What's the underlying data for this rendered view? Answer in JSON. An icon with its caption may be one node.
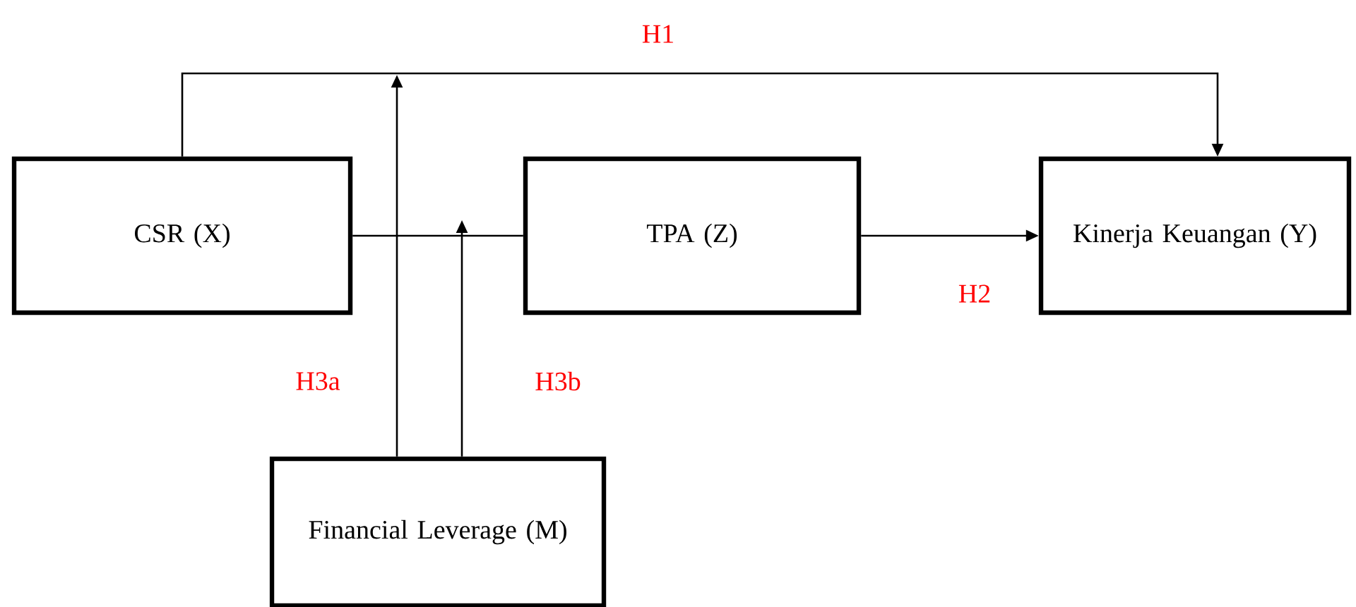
{
  "diagram": {
    "nodes": [
      {
        "text": [
          "CSR (X)"
        ]
      },
      {
        "text": [
          "TPA (Z)"
        ]
      },
      {
        "text": [
          "Kinerja Keuangan (Y)"
        ]
      },
      {
        "text": [
          "Financial Leverage (M)"
        ]
      }
    ],
    "edges": [
      {
        "from": 0,
        "to": 2,
        "arrow": "to",
        "label": "H1"
      },
      {
        "from": 0,
        "to": 1,
        "arrow": "none"
      },
      {
        "from": 1,
        "to": 2,
        "arrow": "to",
        "label": "H2"
      },
      {
        "from": 3,
        "to": null,
        "arrow": "to",
        "label": "H3a"
      },
      {
        "from": 3,
        "to": null,
        "arrow": "to",
        "label": "H3b"
      }
    ]
  }
}
